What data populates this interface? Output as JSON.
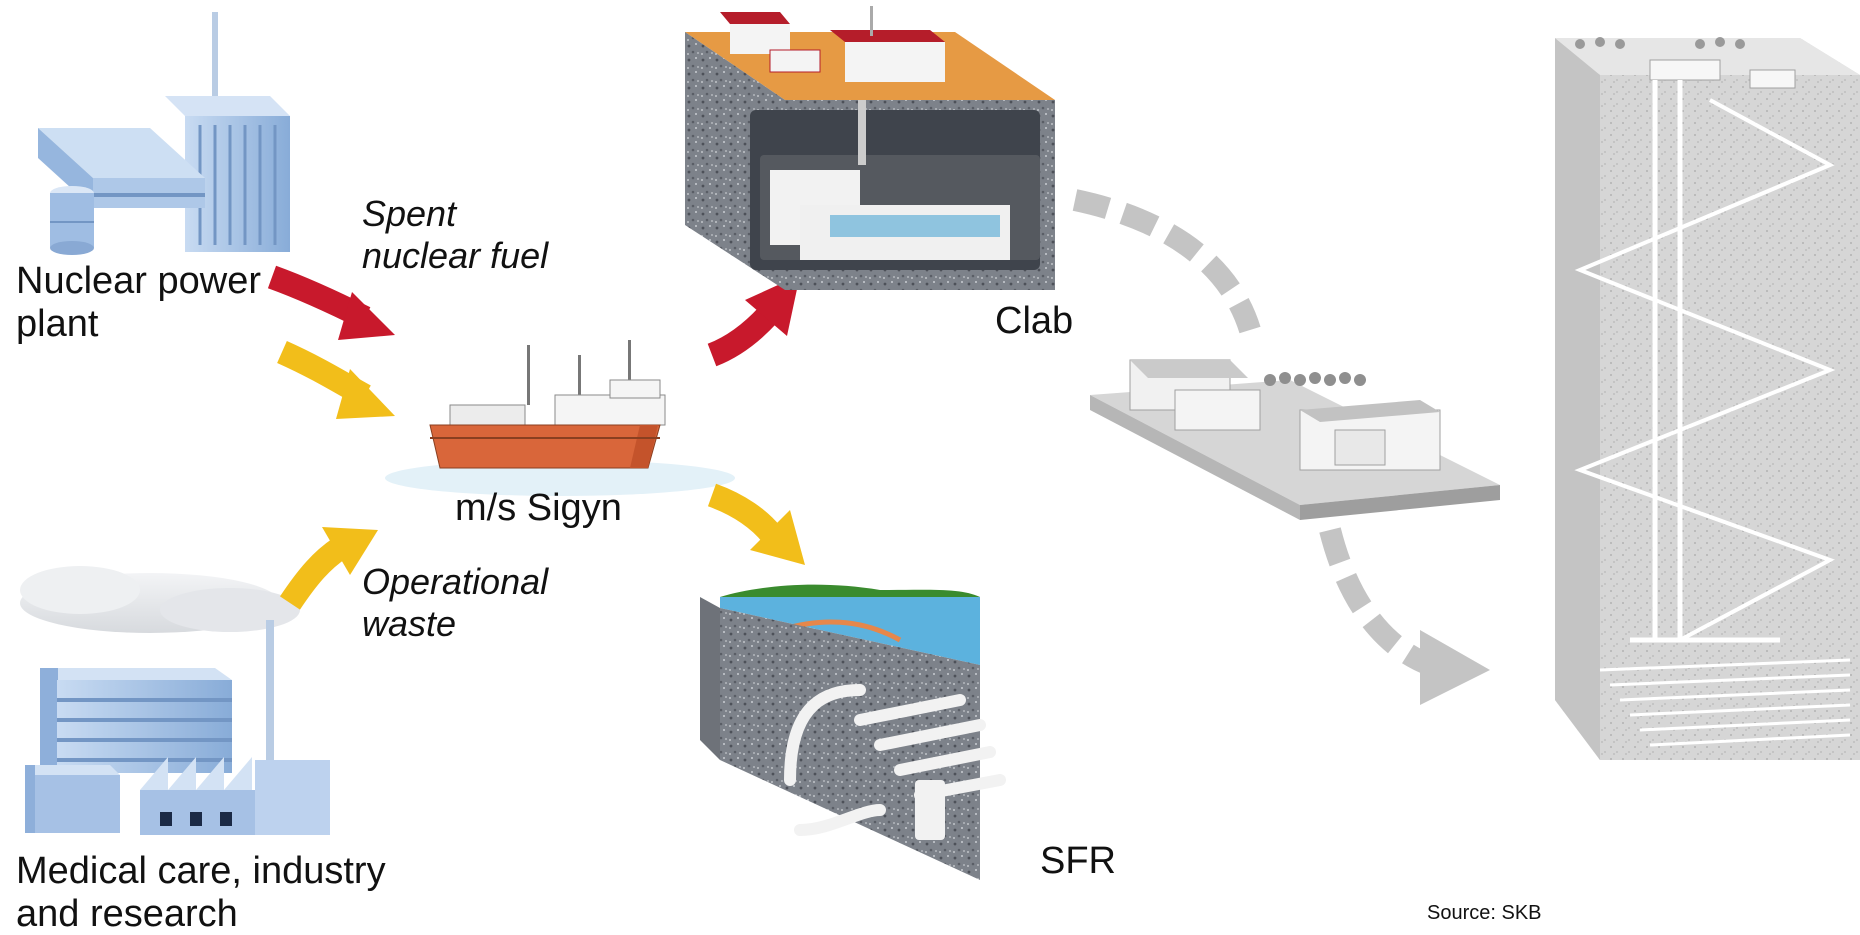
{
  "labels": {
    "nuclear_plant_line1": "Nuclear power",
    "nuclear_plant_line2": "plant",
    "medical_line1": "Medical care, industry",
    "medical_line2": "and research",
    "spent_fuel_line1": "Spent",
    "spent_fuel_line2": "nuclear fuel",
    "operational_waste_line1": "Operational",
    "operational_waste_line2": "waste",
    "ship": "m/s Sigyn",
    "clab": "Clab",
    "sfr": "SFR",
    "source": "Source: SKB"
  },
  "colors": {
    "spent_fuel_arrow": "#c8192c",
    "operational_waste_arrow": "#f2be1a",
    "future_arrow": "#c4c4c4",
    "building_blue": "#a9c5e8",
    "ship_hull": "#d9663a",
    "rock": "#8b8f96",
    "water": "#5cb2de",
    "roof_red": "#b51d2a",
    "ground_orange": "#e69a44"
  },
  "icons": {
    "nuclear_plant": "nuclear-power-plant-icon",
    "industry": "industry-building-icon",
    "ship": "ship-icon",
    "clab": "clab-facility-icon",
    "sfr": "sfr-repository-icon",
    "encapsulation": "encapsulation-plant-icon",
    "final_repository": "final-repository-shaft-icon"
  }
}
